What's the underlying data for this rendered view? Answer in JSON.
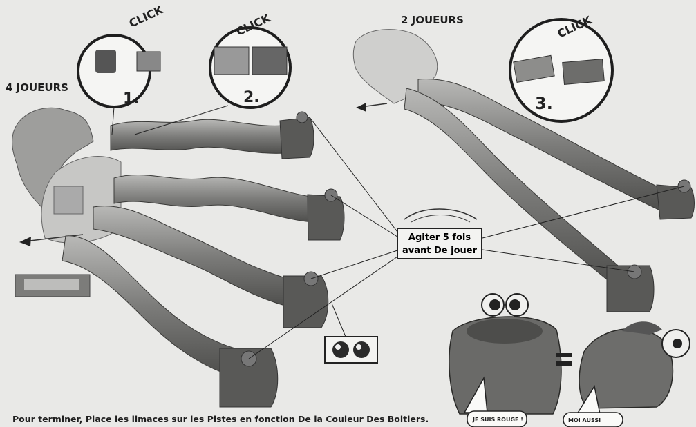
{
  "labels": {
    "four_players": "4 JOUEURS",
    "two_players": "2 JOUEURS"
  },
  "click_steps": [
    {
      "sound": "CLICK",
      "number": "1."
    },
    {
      "sound": "CLICK",
      "number": "2."
    },
    {
      "sound": "CLICK",
      "number": "3."
    }
  ],
  "shake_box": {
    "line1": "Agiter 5 fois",
    "line2": "avant De jouer"
  },
  "footer": "Pour terminer, Place les limaces sur les Pistes en fonction De la Couleur Des Boitiers.",
  "speech": {
    "bubble1": "JE SUIS ROUGE !",
    "bubble2": "MOI AUSSI"
  },
  "colors": {
    "background": "#e9e9e7",
    "track": "#8a8a88",
    "track_dark": "#5b5b59",
    "box": "#6f6f6d",
    "ink": "#1e1e1e"
  }
}
